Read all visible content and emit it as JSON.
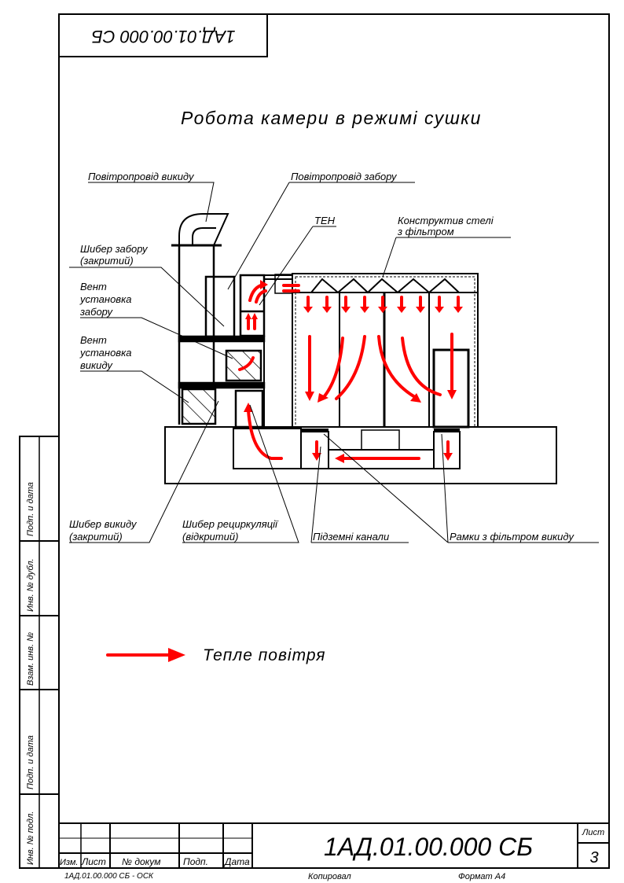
{
  "stamp_top": "1АД.01.00.000 СБ",
  "title": "Робота камери в режимі сушки",
  "labels": {
    "exhaust_duct": "Повітропровід викиду",
    "intake_duct": "Повітропровід забору",
    "heater": "ТЕН",
    "ceiling": "Конструктив стелі",
    "ceiling2": "з фільтром",
    "intake_damper": "Шибер забору",
    "intake_damper2": "(закритий)",
    "intake_fan": "Вент",
    "intake_fan2": "установка",
    "intake_fan3": "забору",
    "exhaust_fan": "Вент",
    "exhaust_fan2": "установка",
    "exhaust_fan3": "викиду",
    "exhaust_damper": "Шибер викиду",
    "exhaust_damper2": "(закритий)",
    "recirc_damper": "Шибер рециркуляції",
    "recirc_damper2": "(відкритий)",
    "channels": "Підземні канали",
    "filter_frames": "Рамки з фільтром викиду"
  },
  "legend": {
    "label": "Тепле повітря",
    "color": "#ff0000"
  },
  "side_column": [
    "Подп. и дата",
    "Инв. № дубл.",
    "Взам. инв. №",
    "Подп. и дата",
    "Инв. № подл."
  ],
  "title_block": {
    "headers": [
      "Изм.",
      "Лист",
      "№ докум",
      "Подп.",
      "Дата"
    ],
    "designation": "1АД.01.00.000 СБ",
    "sheet_label": "Лист",
    "sheet_number": "3"
  },
  "footer": {
    "doc": "1АД.01.00.000 СБ - ОСК",
    "copied": "Копировал",
    "format": "Формат А4"
  }
}
